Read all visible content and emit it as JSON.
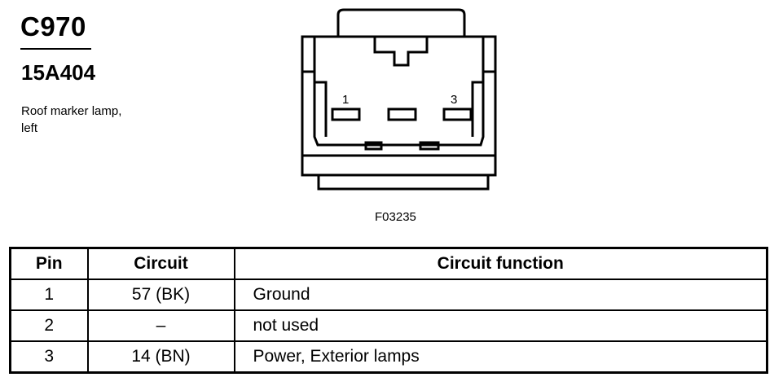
{
  "connector": {
    "id": "C970",
    "part_number": "15A404",
    "description_lines": [
      "Roof marker lamp,",
      "left"
    ]
  },
  "diagram": {
    "pin_labels": [
      "1",
      "3"
    ],
    "figure_code": "F03235"
  },
  "table": {
    "headers": [
      "Pin",
      "Circuit",
      "Circuit function"
    ],
    "rows": [
      {
        "pin": "1",
        "circuit": "57 (BK)",
        "function": "Ground"
      },
      {
        "pin": "2",
        "circuit": "–",
        "function": "not used"
      },
      {
        "pin": "3",
        "circuit": "14 (BN)",
        "function": "Power, Exterior lamps"
      }
    ]
  }
}
